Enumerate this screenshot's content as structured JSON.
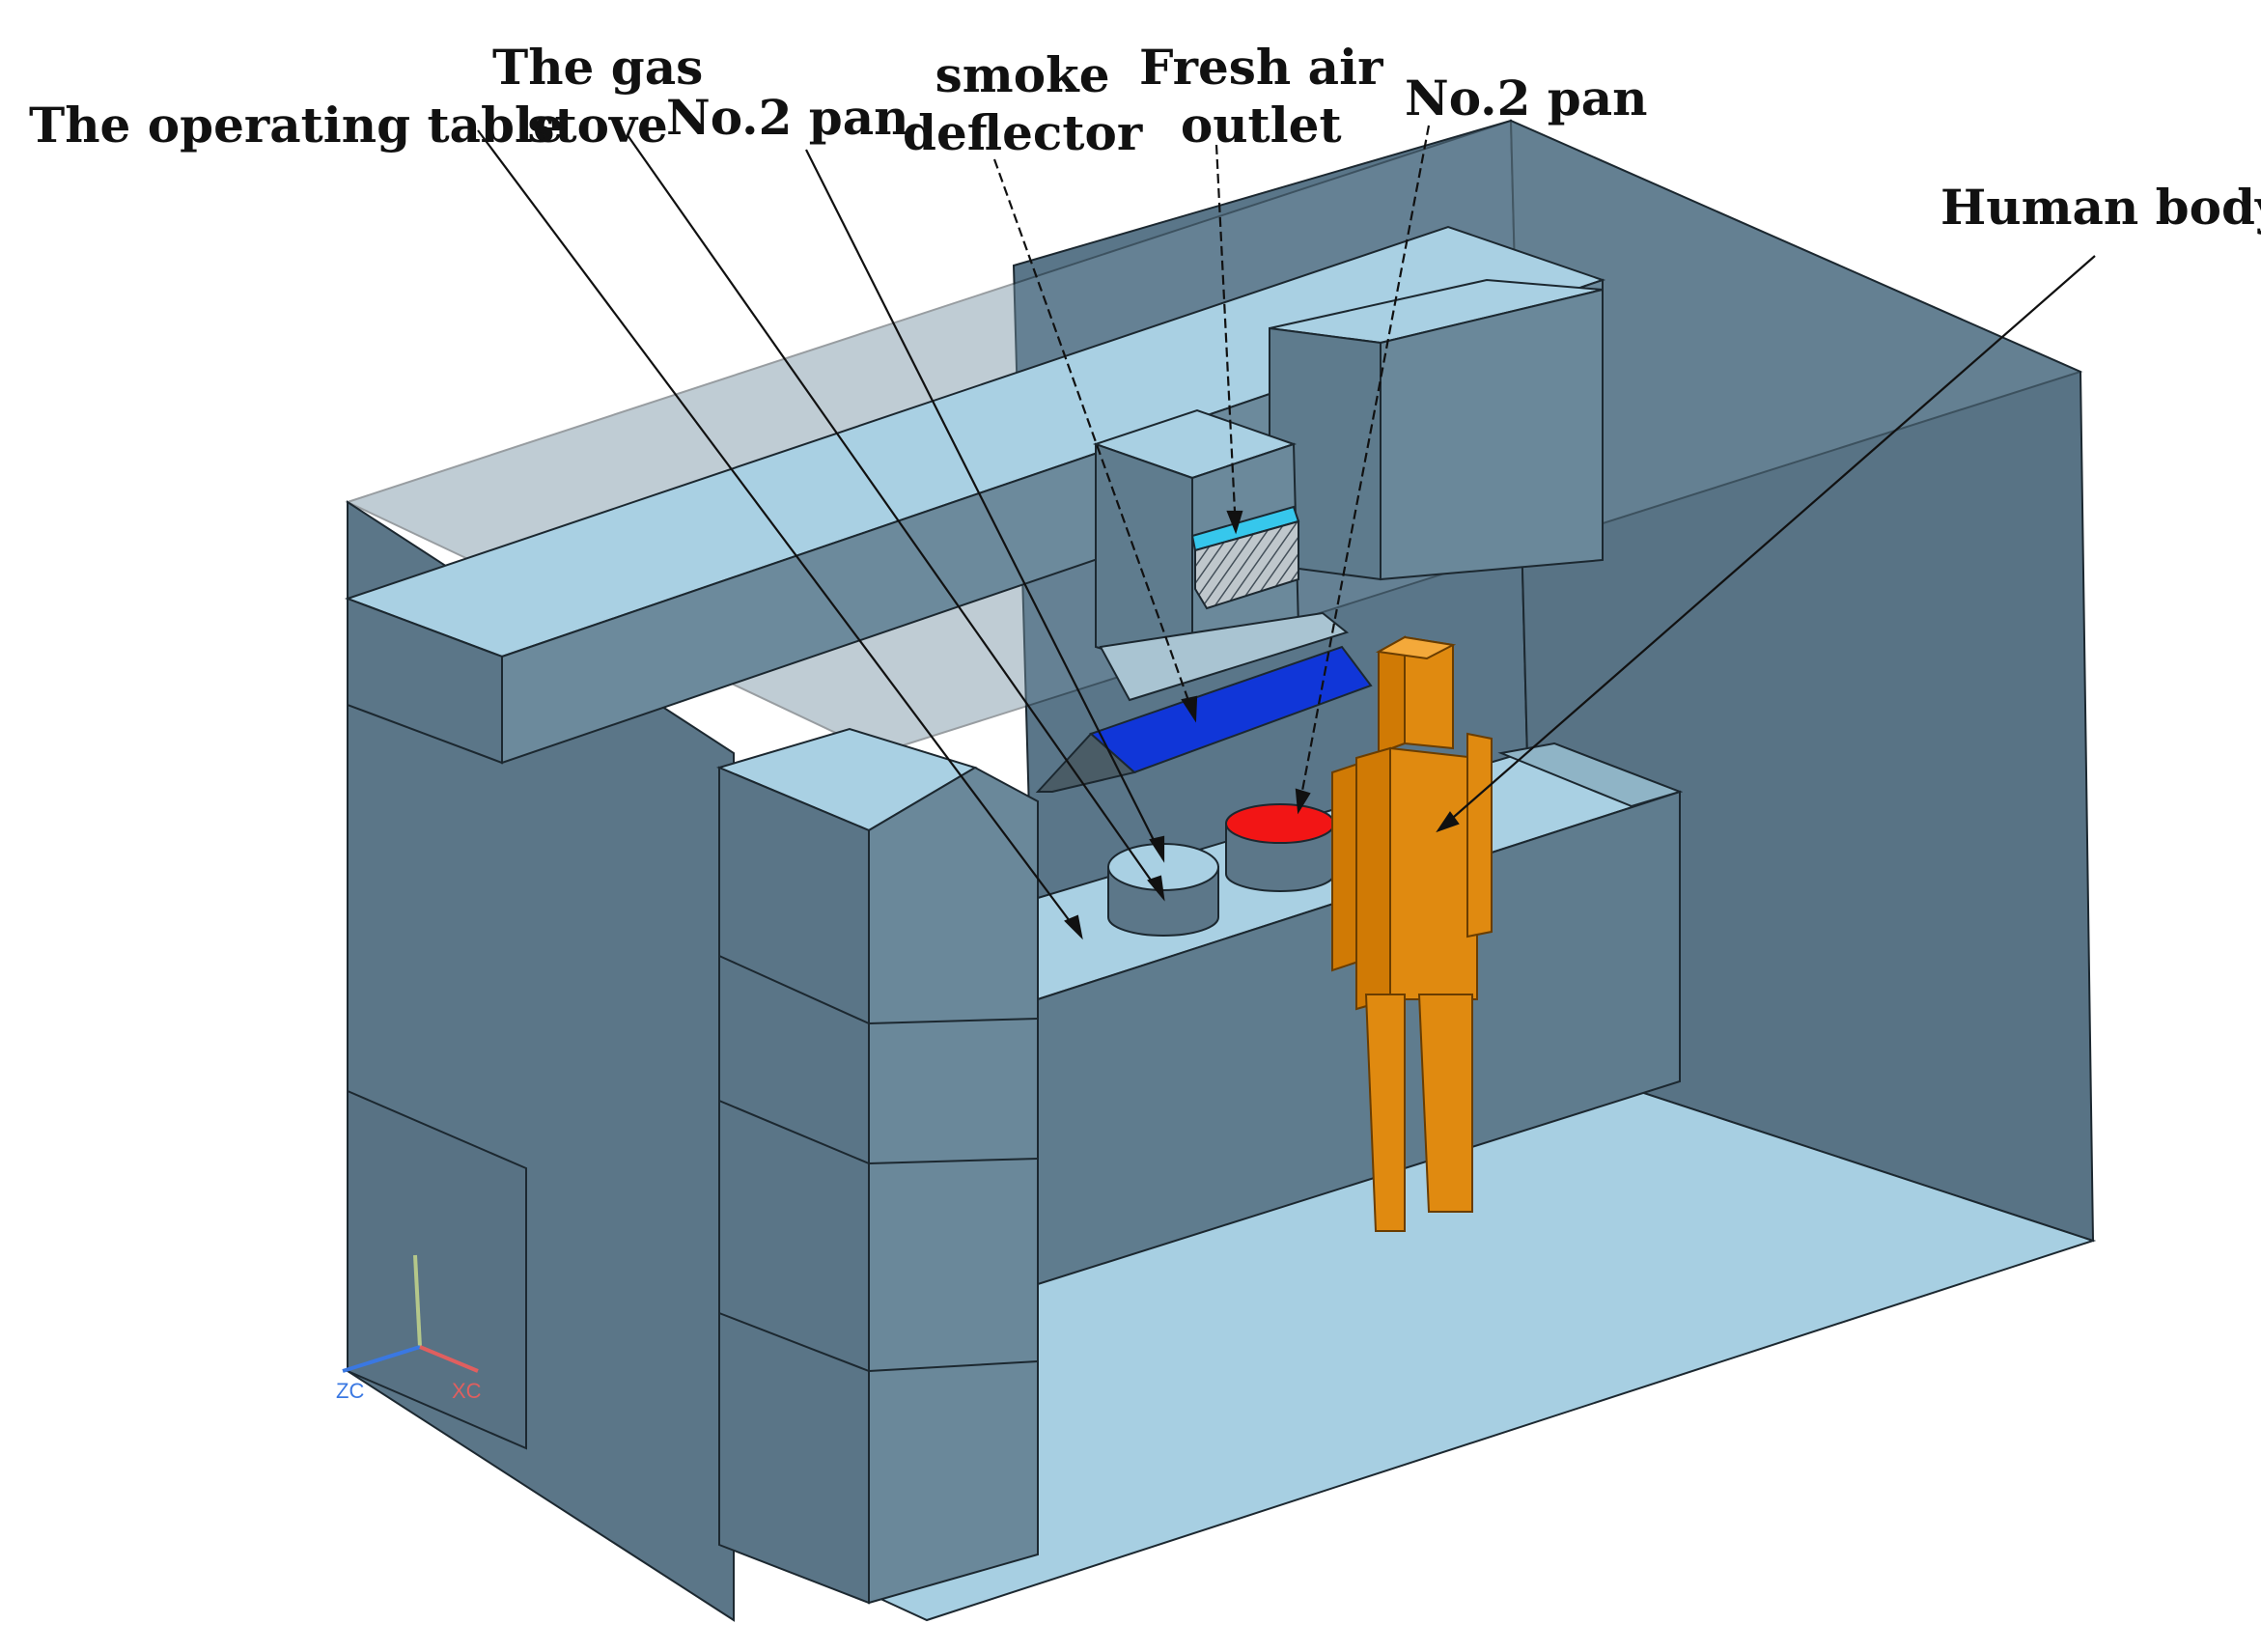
{
  "labels": {
    "operating_table": "The operating table",
    "gas_stove_line1": "The gas",
    "gas_stove_line2": "stove",
    "pan_left": "No.2 pan",
    "smoke_line1": "smoke",
    "smoke_line2": "deflector",
    "fresh_line1": "Fresh air",
    "fresh_line2": "outlet",
    "pan_right": "No.2 pan",
    "human_body": "Human body"
  },
  "axis_triad": {
    "z_label": "ZC",
    "x_label": "XC"
  },
  "colors": {
    "wall": "#5e7a8c",
    "wall_dark": "#4f6b7d",
    "floor": "#a7cfe2",
    "cabinet_top": "#a9d0e3",
    "smoke_deflector": "#1036d8",
    "fresh_air_outlet": "#36c7ec",
    "pan_lid_red": "#f21515",
    "human_body": "#e08a10",
    "leader_line": "#111111"
  }
}
